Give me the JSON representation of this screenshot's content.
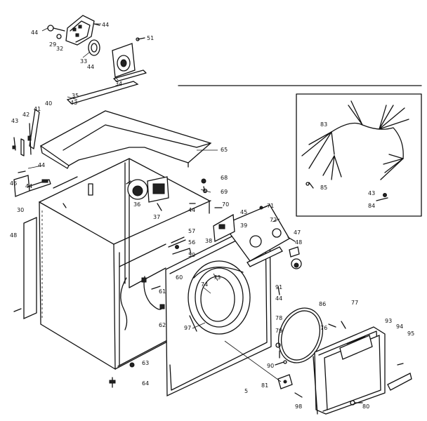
{
  "labels": {
    "l44a": "44",
    "l29": "29",
    "l32": "32",
    "l44b": "44",
    "l51": "51",
    "l33": "33",
    "l44c": "44",
    "l34": "34",
    "l35": "35",
    "l43a": "43",
    "l40": "40",
    "l41": "41",
    "l42": "42",
    "l43b": "43",
    "l65": "65",
    "l44d": "44",
    "l46": "46",
    "l44e": "44",
    "l30": "30",
    "l48a": "48",
    "l36": "36",
    "l37": "37",
    "l44f": "44",
    "l68": "68",
    "l69": "69",
    "l70": "70",
    "l45": "45",
    "l71": "71",
    "l72": "72",
    "l39": "39",
    "l57": "57",
    "l38": "38",
    "l56": "56",
    "l47": "47",
    "l48b": "48",
    "l59": "59",
    "l73": "73",
    "l74": "74",
    "l60": "60",
    "l61": "61",
    "l62": "62",
    "l97": "97",
    "l91": "91",
    "l44g": "44",
    "l78": "78",
    "l76": "76",
    "l86": "86",
    "l77": "77",
    "l93": "93",
    "l94": "94",
    "l95": "95",
    "l63": "63",
    "l64": "64",
    "l79": "79",
    "l90": "90",
    "l81": "81",
    "l5": "5",
    "l98": "98",
    "l80": "80",
    "l83": "83",
    "l85": "85",
    "l43c": "43",
    "l84": "84"
  }
}
